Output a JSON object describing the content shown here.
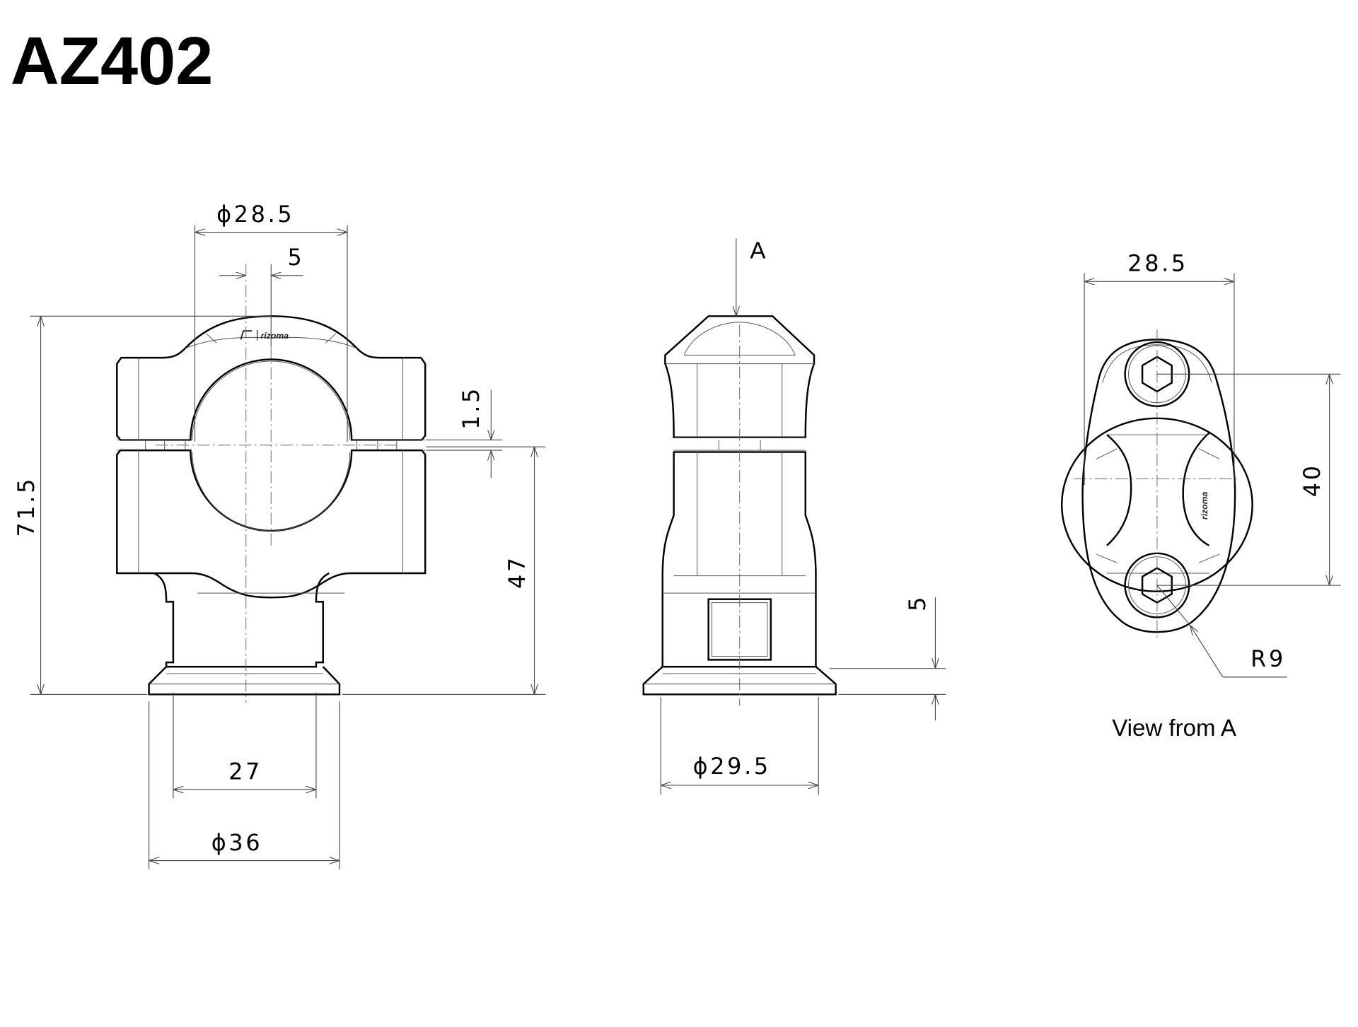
{
  "title": "AZ402",
  "brand": "rizoma",
  "front_view": {
    "dim_clamp_diameter": "ϕ28.5",
    "dim_offset": "5",
    "dim_gap": "1.5",
    "dim_total_height": "71.5",
    "dim_lower_height": "47",
    "dim_stem_width": "27",
    "dim_base_diameter": "ϕ36"
  },
  "side_view": {
    "view_arrow_label": "A",
    "dim_flange": "5",
    "dim_diameter": "ϕ29.5"
  },
  "top_view": {
    "dim_width": "28.5",
    "dim_bolt_spacing": "40",
    "dim_radius": "R9",
    "caption": "View from A"
  }
}
